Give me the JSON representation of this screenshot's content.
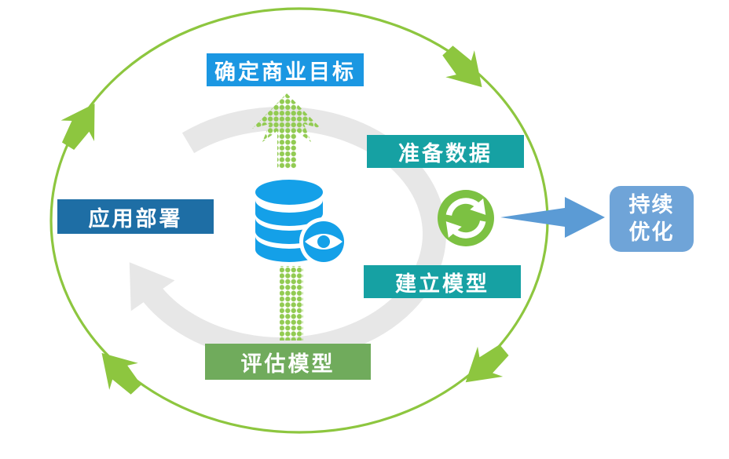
{
  "stages": [
    {
      "id": "define-business-goal",
      "label": "确定商业目标"
    },
    {
      "id": "prepare-data",
      "label": "准备数据"
    },
    {
      "id": "build-model",
      "label": "建立模型"
    },
    {
      "id": "evaluate-model",
      "label": "评估模型"
    },
    {
      "id": "deploy-application",
      "label": "应用部署"
    }
  ],
  "outcome": {
    "line1": "持续",
    "line2": "优化"
  },
  "icons": {
    "center": "database-with-eye-icon",
    "loop": "refresh-icon",
    "flow_up": "dotted-arrow-up",
    "flow_down": "dotted-connector-down",
    "cycle_direction": "clockwise"
  },
  "colors": {
    "outer_circle": "#8DC63F",
    "inner_ring": "#E7E7E7",
    "dots_green": "#92CB52",
    "database_blue": "#14A0E8",
    "refresh_green": "#7CC142",
    "arrow_blue": "#5B9BD5",
    "stage_define": "#1B97E2",
    "stage_data": "#16A1A3",
    "stage_model": "#16A1A3",
    "stage_evaluate": "#70AB5C",
    "stage_deploy": "#1E6EA5",
    "outcome_box": "#6FA4D8"
  }
}
